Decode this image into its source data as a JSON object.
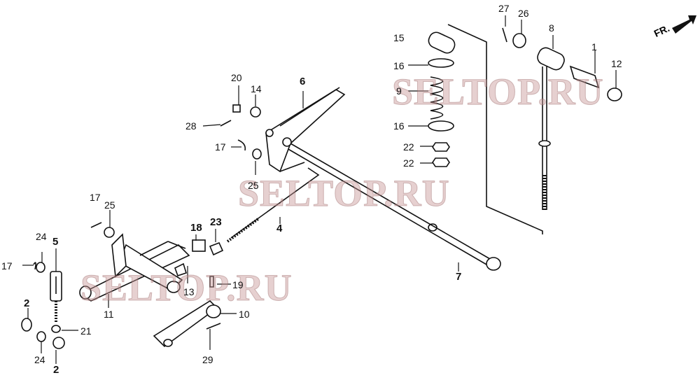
{
  "watermark": "SELTOP.RU",
  "direction_marker": "FR.",
  "callouts": [
    "27",
    "26",
    "8",
    "15",
    "16",
    "9",
    "16",
    "22",
    "22",
    "1",
    "12",
    "20",
    "14",
    "6",
    "28",
    "17",
    "25",
    "17",
    "25",
    "4",
    "18",
    "23",
    "24",
    "5",
    "17",
    "2",
    "24",
    "2",
    "11",
    "13",
    "19",
    "10",
    "21",
    "29",
    "7"
  ],
  "colors": {
    "ink": "#111111",
    "watermark": "#c89696"
  }
}
